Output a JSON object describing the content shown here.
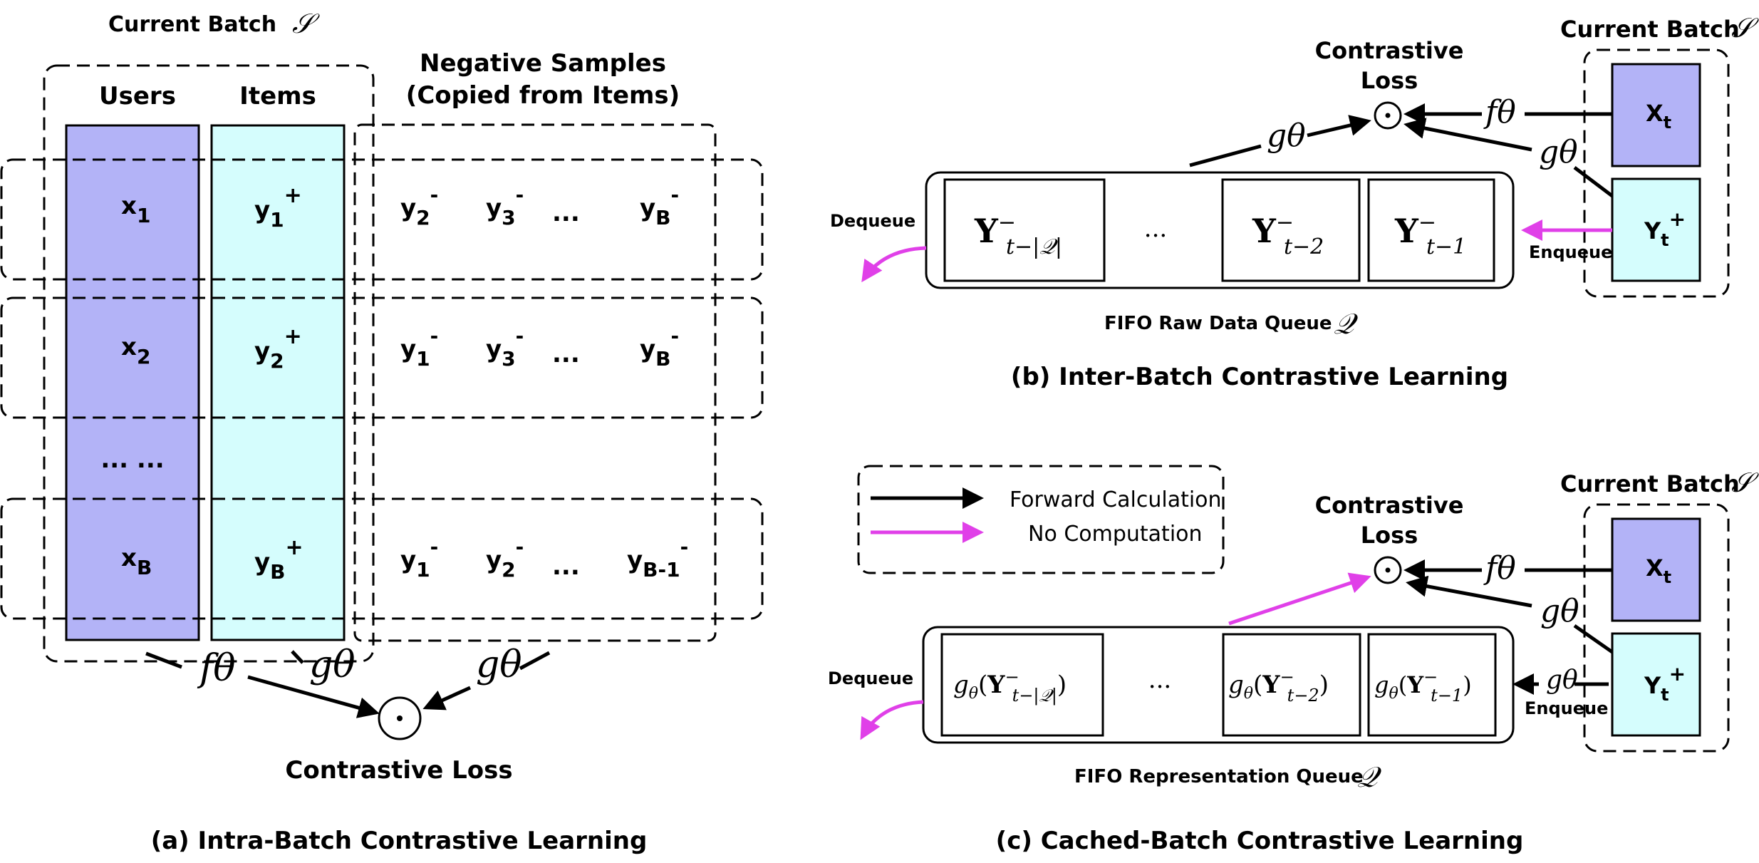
{
  "colors": {
    "users_fill": "#b3b3f7",
    "items_fill": "#d5fdfd",
    "no_computation": "#e040e8",
    "forward": "#000000"
  },
  "panel_a": {
    "current_batch": "Current Batch",
    "batch_symbol": "𝒮",
    "users_header": "Users",
    "items_header": "Items",
    "negatives_header_line1": "Negative Samples",
    "negatives_header_line2": "(Copied from Items)",
    "users": [
      "x",
      "x",
      "x"
    ],
    "users_sub": [
      "1",
      "2",
      "B"
    ],
    "items_sub": [
      "1",
      "2",
      "B"
    ],
    "item_letter": "y",
    "plus": "+",
    "minus": "-",
    "ellipsis_users": "... ...",
    "row1_neg": [
      "2",
      "3",
      "B"
    ],
    "row2_neg": [
      "1",
      "3",
      "B"
    ],
    "row3_neg": [
      "1",
      "2",
      "B-1"
    ],
    "neg_ellipsis": "...",
    "f_label": "fθ",
    "g_label": "gθ",
    "g_label_neg": "gθ",
    "dot": "·",
    "loss": "Contrastive Loss",
    "caption": "(a) Intra-Batch Contrastive Learning"
  },
  "panel_b": {
    "loss_line1": "Contrastive",
    "loss_line2": "Loss",
    "current_batch": "Current Batch",
    "batch_symbol": "𝒮",
    "x_letter": "X",
    "x_sub": "t",
    "y_letter": "Y",
    "y_sub": "t",
    "plus": "+",
    "f_label": "fθ",
    "g_label": "gθ",
    "g_label_queue": "gθ",
    "dequeue": "Dequeue",
    "enqueue": "Enqueue",
    "cells": [
      "Y⁻t−|𝒬|",
      "...",
      "Y⁻t−2",
      "Y⁻t−1"
    ],
    "queue_label": "FIFO Raw Data Queue",
    "queue_symbol": "𝒬",
    "caption": "(b) Inter-Batch Contrastive Learning"
  },
  "panel_c": {
    "legend_forward": "Forward Calculation",
    "legend_none": "No Computation",
    "loss_line1": "Contrastive",
    "loss_line2": "Loss",
    "current_batch": "Current Batch",
    "batch_symbol": "𝒮",
    "x_letter": "X",
    "x_sub": "t",
    "y_letter": "Y",
    "y_sub": "t",
    "plus": "+",
    "f_label": "fθ",
    "g_label": "gθ",
    "g_label_enqueue": "gθ",
    "dequeue": "Dequeue",
    "enqueue": "Enqueue",
    "cells": [
      "gθ(Y⁻t−|𝒬|)",
      "...",
      "gθ(Y⁻t−2)",
      "gθ(Y⁻t−1)"
    ],
    "queue_label": "FIFO Representation Queue",
    "queue_symbol": "𝒬",
    "caption": "(c) Cached-Batch Contrastive Learning"
  }
}
